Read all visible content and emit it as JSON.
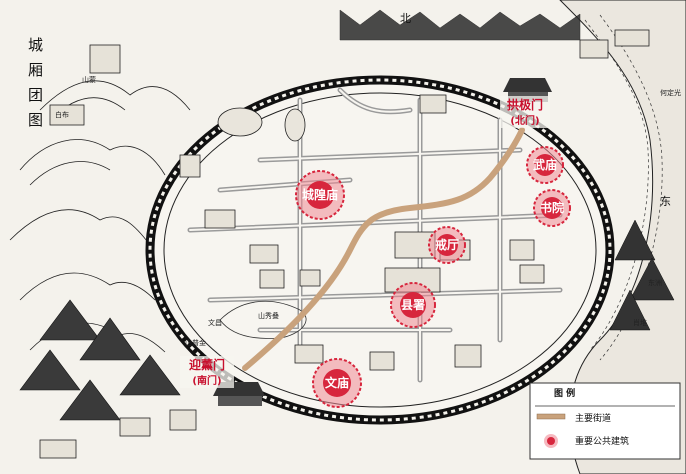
{
  "map": {
    "title": "城厢团图",
    "north_label": "北",
    "east_label": "东",
    "colors": {
      "paper": "#f4f2ec",
      "ink": "#1a1a1a",
      "wall": "#2a2a2a",
      "street": "#d2a679",
      "marker": "#d7263d",
      "marker_glow": "#f08a96",
      "gate_text": "#c8102e"
    }
  },
  "gates": [
    {
      "id": "north",
      "label": "拱极门",
      "sub": "(北门)"
    },
    {
      "id": "south",
      "label": "迎薰门",
      "sub": "(南门)"
    }
  ],
  "buildings": [
    {
      "id": "chenghuang",
      "label": "城隍庙"
    },
    {
      "id": "wumiao",
      "label": "武庙"
    },
    {
      "id": "shuyuan",
      "label": "书院"
    },
    {
      "id": "jieting",
      "label": "戒厅"
    },
    {
      "id": "shushu",
      "label": "县署"
    },
    {
      "id": "wenmiao",
      "label": "文庙"
    }
  ],
  "places": {
    "shanxiu": "山秀叠",
    "hezhong": "何定光",
    "dongzhou": "东洲",
    "yuxun": "肖堆",
    "zhengshan": "山蒙",
    "baibu": "白布",
    "wenchang": "文昌",
    "shanjin": "山普金"
  },
  "legend": {
    "title": "图 例",
    "items": [
      {
        "label": "主要街道"
      },
      {
        "label": "重要公共建筑"
      }
    ]
  }
}
